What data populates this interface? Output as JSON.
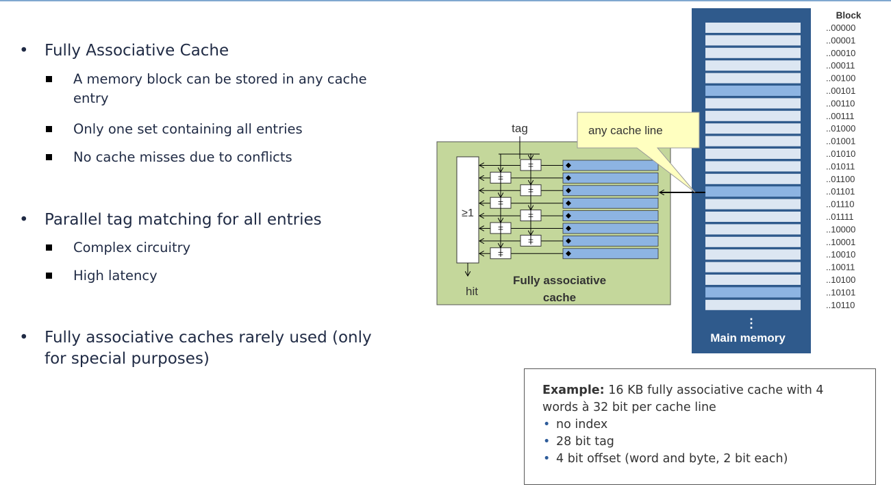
{
  "bullets": [
    {
      "text": "Fully Associative Cache",
      "subs": [
        [
          "A memory block can be stored in any cache",
          "entry"
        ],
        [
          "Only one set containing all entries"
        ],
        [
          "No cache misses due to conflicts"
        ]
      ]
    },
    {
      "text": "Parallel tag matching for all entries",
      "subs": [
        [
          "Complex circuitry"
        ],
        [
          "High latency"
        ]
      ]
    },
    {
      "text": [
        "Fully associative caches rarely used (only",
        "for special purposes)"
      ]
    }
  ],
  "diagram": {
    "tag_label": "tag",
    "or_gate": "≥1",
    "hit_label": "hit",
    "comparator": "=",
    "cache_title": [
      "Fully associative",
      "cache"
    ],
    "callout": "any cache line",
    "memory_header": "Block",
    "memory_caption": "Main memory",
    "memory_blocks": [
      "..00000",
      "..00001",
      "..00010",
      "..00011",
      "..00100",
      "..00101",
      "..00110",
      "..00111",
      "..01000",
      "..01001",
      "..01010",
      "..01011",
      "..01100",
      "..01101",
      "..01110",
      "..01111",
      "..10000",
      "..10001",
      "..10010",
      "..10011",
      "..10100",
      "..10101",
      "..10110"
    ],
    "highlighted_blocks": [
      5,
      13,
      21
    ],
    "cache_lines": 8,
    "colors": {
      "cache_bg": "#c4d79b",
      "cache_line": "#8db4e2",
      "memory_bg": "#2f5a8c",
      "memory_row": "#dce6f2",
      "memory_row_highlight": "#8db4e2",
      "callout_bg": "#ffffc0"
    }
  },
  "example": {
    "title_bold": "Example:",
    "title_rest": " 16 KB fully associative cache with 4",
    "title_line2": "words à 32 bit per cache line",
    "items": [
      "no index",
      "28 bit tag",
      "4 bit offset (word and byte, 2 bit each)"
    ]
  }
}
